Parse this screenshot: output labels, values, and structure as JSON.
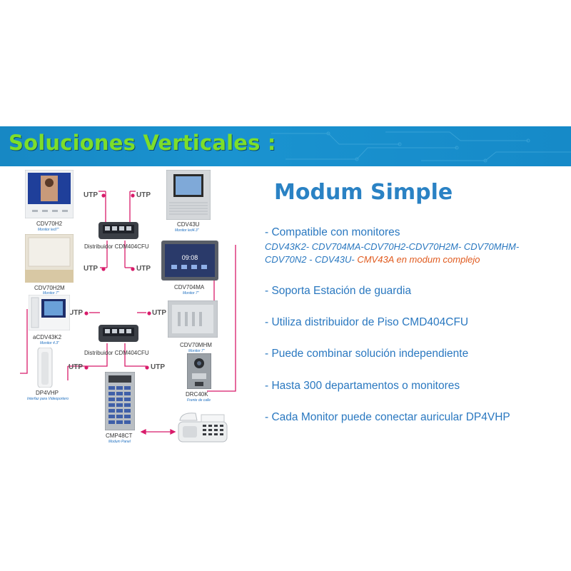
{
  "banner": {
    "title": "Soluciones Verticales :"
  },
  "diagram": {
    "devices": [
      {
        "name": "CDV70H2",
        "subtitle": "Monitor led7\""
      },
      {
        "name": "CDV43U",
        "subtitle": "Monitor led4.3\""
      },
      {
        "name": "CDV70H2M",
        "subtitle": "Monitor 7\""
      },
      {
        "name": "CDV704MA",
        "subtitle": "Monitor 7\""
      },
      {
        "name": "aCDV43K2",
        "subtitle": "Monitor 4.3\""
      },
      {
        "name": "CDV70MHM",
        "subtitle": "Monitor 7\""
      },
      {
        "name": "DP4VHP",
        "subtitle": "Interfaz para Videoportero"
      },
      {
        "name": "DRC40K",
        "subtitle": "Frente de calle"
      },
      {
        "name": "CMP48CT",
        "subtitle": "Modum Panel"
      }
    ],
    "distributor_label": "Distribuidor CDM404CFU",
    "utp_label": "UTP",
    "screen_time": "09:08"
  },
  "main": {
    "heading": "Modum Simple",
    "compat_label": "- Compatible con monitores",
    "compat_models": "CDV43K2- CDV704MA-CDV70H2-CDV70H2M- CDV70MHM-CDV70N2 - CDV43U-",
    "compat_note": "CMV43A en modum complejo",
    "bullets": [
      "- Soporta Estación de guardia",
      "- Utiliza distribuidor de Piso CMD404CFU",
      "- Puede combinar solución independiente",
      "- Hasta 300 departamentos o monitores",
      "- Cada Monitor puede conectar auricular DP4VHP"
    ]
  },
  "colors": {
    "banner": "#1a8fcd",
    "title_green": "#7dde2a",
    "text_blue": "#2a78c0",
    "heading_blue": "#2a82c4",
    "note_orange": "#e05a1e",
    "wire_pink": "#d81b6a"
  }
}
